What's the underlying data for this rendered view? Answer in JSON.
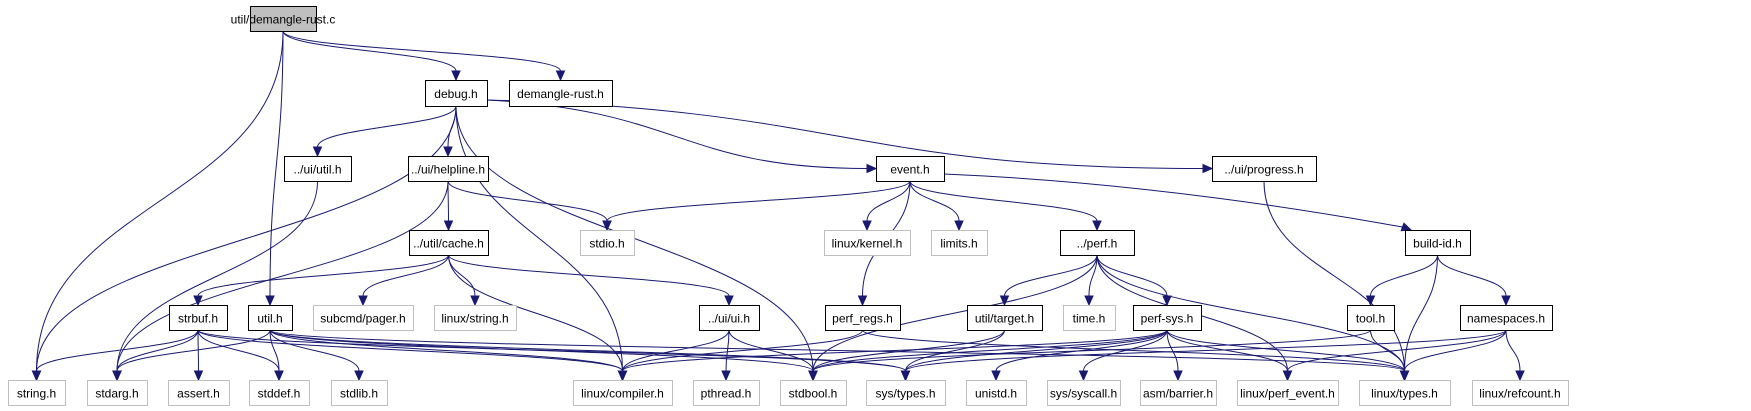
{
  "title": "Include dependency graph for util/demangle-rust.c",
  "colors": {
    "edge": "#191970",
    "root_fill": "#bfbfbf",
    "documented_border": "#000000",
    "external_border": "#bfbfbf"
  },
  "nodes": [
    {
      "id": "demangle_rust_c",
      "label": "util/demangle-rust.c",
      "kind": "root"
    },
    {
      "id": "debug_h",
      "label": "debug.h",
      "kind": "documented"
    },
    {
      "id": "demangle_rust_h",
      "label": "demangle-rust.h",
      "kind": "documented"
    },
    {
      "id": "ui_util_h",
      "label": "../ui/util.h",
      "kind": "documented"
    },
    {
      "id": "ui_helpline_h",
      "label": "../ui/helpline.h",
      "kind": "documented"
    },
    {
      "id": "event_h",
      "label": "event.h",
      "kind": "documented"
    },
    {
      "id": "ui_progress_h",
      "label": "../ui/progress.h",
      "kind": "documented"
    },
    {
      "id": "stdio_h",
      "label": "stdio.h",
      "kind": "external"
    },
    {
      "id": "util_cache_h",
      "label": "../util/cache.h",
      "kind": "documented"
    },
    {
      "id": "linux_kernel_h",
      "label": "linux/kernel.h",
      "kind": "external"
    },
    {
      "id": "limits_h",
      "label": "limits.h",
      "kind": "external"
    },
    {
      "id": "perf_h",
      "label": "../perf.h",
      "kind": "documented"
    },
    {
      "id": "build_id_h",
      "label": "build-id.h",
      "kind": "documented"
    },
    {
      "id": "strbuf_h",
      "label": "strbuf.h",
      "kind": "documented"
    },
    {
      "id": "util_h",
      "label": "util.h",
      "kind": "documented"
    },
    {
      "id": "subcmd_pager_h",
      "label": "subcmd/pager.h",
      "kind": "external"
    },
    {
      "id": "linux_string_h",
      "label": "linux/string.h",
      "kind": "external"
    },
    {
      "id": "ui_ui_h",
      "label": "../ui/ui.h",
      "kind": "documented"
    },
    {
      "id": "perf_regs_h",
      "label": "perf_regs.h",
      "kind": "documented"
    },
    {
      "id": "util_target_h",
      "label": "util/target.h",
      "kind": "documented"
    },
    {
      "id": "time_h",
      "label": "time.h",
      "kind": "external"
    },
    {
      "id": "perf_sys_h",
      "label": "perf-sys.h",
      "kind": "documented"
    },
    {
      "id": "tool_h",
      "label": "tool.h",
      "kind": "documented"
    },
    {
      "id": "namespaces_h",
      "label": "namespaces.h",
      "kind": "documented"
    },
    {
      "id": "string_h",
      "label": "string.h",
      "kind": "external"
    },
    {
      "id": "stdarg_h",
      "label": "stdarg.h",
      "kind": "external"
    },
    {
      "id": "assert_h",
      "label": "assert.h",
      "kind": "external"
    },
    {
      "id": "stddef_h",
      "label": "stddef.h",
      "kind": "external"
    },
    {
      "id": "stdlib_h",
      "label": "stdlib.h",
      "kind": "external"
    },
    {
      "id": "linux_compiler_h",
      "label": "linux/compiler.h",
      "kind": "external"
    },
    {
      "id": "pthread_h",
      "label": "pthread.h",
      "kind": "external"
    },
    {
      "id": "stdbool_h",
      "label": "stdbool.h",
      "kind": "external"
    },
    {
      "id": "sys_types_h",
      "label": "sys/types.h",
      "kind": "external"
    },
    {
      "id": "unistd_h",
      "label": "unistd.h",
      "kind": "external"
    },
    {
      "id": "sys_syscall_h",
      "label": "sys/syscall.h",
      "kind": "external"
    },
    {
      "id": "asm_barrier_h",
      "label": "asm/barrier.h",
      "kind": "external"
    },
    {
      "id": "linux_perf_event_h",
      "label": "linux/perf_event.h",
      "kind": "external"
    },
    {
      "id": "linux_types_h",
      "label": "linux/types.h",
      "kind": "external"
    },
    {
      "id": "linux_refcount_h",
      "label": "linux/refcount.h",
      "kind": "external"
    }
  ],
  "edges": [
    [
      "demangle_rust_c",
      "debug_h"
    ],
    [
      "demangle_rust_c",
      "demangle_rust_h"
    ],
    [
      "demangle_rust_c",
      "util_h"
    ],
    [
      "demangle_rust_c",
      "string_h"
    ],
    [
      "debug_h",
      "ui_util_h"
    ],
    [
      "debug_h",
      "ui_helpline_h"
    ],
    [
      "debug_h",
      "event_h"
    ],
    [
      "debug_h",
      "ui_progress_h"
    ],
    [
      "debug_h",
      "string_h"
    ],
    [
      "debug_h",
      "linux_compiler_h"
    ],
    [
      "debug_h",
      "stdbool_h"
    ],
    [
      "ui_util_h",
      "stdarg_h"
    ],
    [
      "ui_helpline_h",
      "util_cache_h"
    ],
    [
      "ui_helpline_h",
      "stdio_h"
    ],
    [
      "ui_helpline_h",
      "stdarg_h"
    ],
    [
      "event_h",
      "stdio_h"
    ],
    [
      "event_h",
      "linux_kernel_h"
    ],
    [
      "event_h",
      "limits_h"
    ],
    [
      "event_h",
      "perf_h"
    ],
    [
      "event_h",
      "perf_regs_h"
    ],
    [
      "event_h",
      "build_id_h"
    ],
    [
      "ui_progress_h",
      "linux_types_h"
    ],
    [
      "util_cache_h",
      "strbuf_h"
    ],
    [
      "util_cache_h",
      "subcmd_pager_h"
    ],
    [
      "util_cache_h",
      "linux_string_h"
    ],
    [
      "util_cache_h",
      "ui_ui_h"
    ],
    [
      "util_cache_h",
      "linux_compiler_h"
    ],
    [
      "perf_h",
      "util_target_h"
    ],
    [
      "perf_h",
      "time_h"
    ],
    [
      "perf_h",
      "perf_sys_h"
    ],
    [
      "perf_h",
      "stdbool_h"
    ],
    [
      "perf_h",
      "linux_perf_event_h"
    ],
    [
      "perf_h",
      "linux_types_h"
    ],
    [
      "build_id_h",
      "tool_h"
    ],
    [
      "build_id_h",
      "namespaces_h"
    ],
    [
      "build_id_h",
      "linux_types_h"
    ],
    [
      "strbuf_h",
      "string_h"
    ],
    [
      "strbuf_h",
      "stdarg_h"
    ],
    [
      "strbuf_h",
      "assert_h"
    ],
    [
      "strbuf_h",
      "stddef_h"
    ],
    [
      "strbuf_h",
      "linux_compiler_h"
    ],
    [
      "strbuf_h",
      "sys_types_h"
    ],
    [
      "util_h",
      "stdarg_h"
    ],
    [
      "util_h",
      "stddef_h"
    ],
    [
      "util_h",
      "stdlib_h"
    ],
    [
      "util_h",
      "linux_compiler_h"
    ],
    [
      "util_h",
      "stdbool_h"
    ],
    [
      "util_h",
      "sys_types_h"
    ],
    [
      "util_h",
      "linux_types_h"
    ],
    [
      "ui_ui_h",
      "linux_compiler_h"
    ],
    [
      "ui_ui_h",
      "pthread_h"
    ],
    [
      "ui_ui_h",
      "stdbool_h"
    ],
    [
      "perf_regs_h",
      "linux_compiler_h"
    ],
    [
      "perf_regs_h",
      "linux_types_h"
    ],
    [
      "util_target_h",
      "stdbool_h"
    ],
    [
      "util_target_h",
      "sys_types_h"
    ],
    [
      "perf_sys_h",
      "linux_compiler_h"
    ],
    [
      "perf_sys_h",
      "stdbool_h"
    ],
    [
      "perf_sys_h",
      "sys_types_h"
    ],
    [
      "perf_sys_h",
      "unistd_h"
    ],
    [
      "perf_sys_h",
      "sys_syscall_h"
    ],
    [
      "perf_sys_h",
      "asm_barrier_h"
    ],
    [
      "perf_sys_h",
      "linux_perf_event_h"
    ],
    [
      "perf_sys_h",
      "linux_types_h"
    ],
    [
      "tool_h",
      "stdbool_h"
    ],
    [
      "tool_h",
      "linux_types_h"
    ],
    [
      "namespaces_h",
      "sys_types_h"
    ],
    [
      "namespaces_h",
      "linux_perf_event_h"
    ],
    [
      "namespaces_h",
      "linux_types_h"
    ],
    [
      "namespaces_h",
      "linux_refcount_h"
    ]
  ]
}
